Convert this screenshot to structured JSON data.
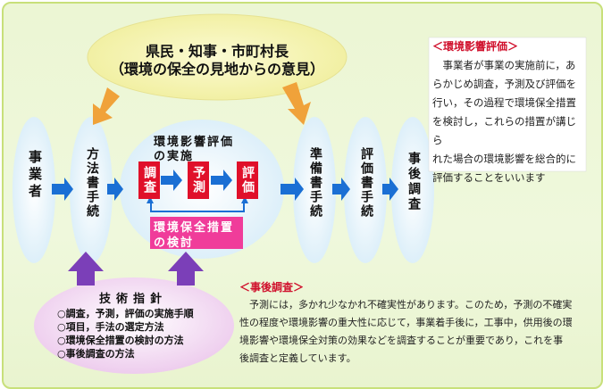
{
  "top_ellipse": {
    "line1": "県民・知事・市町村長",
    "line2": "（環境の保全の見地からの意見）"
  },
  "flow": {
    "jigyosha": "事業者",
    "hohosho": "方法書手続",
    "eia_title_1": "環境影響評価",
    "eia_title_2": "の実施",
    "chosa": "調査",
    "yosoku": "予測",
    "hyoka": "評価",
    "kento_1": "環境保全措置",
    "kento_2": "の検討",
    "junbisho": "準備書手続",
    "hyokasho": "評価書手続",
    "jigochosa": "事後調査"
  },
  "guideline": {
    "title": "技術指針",
    "items": [
      "○調査，予測，評価の実施手順",
      "○項目，手法の選定方法",
      "○環境保全措置の検討の方法",
      "○事後調査の方法"
    ]
  },
  "note_eia": {
    "title": "＜環境影響評価＞",
    "lines": [
      "　事業者が事業の実施前に，あ",
      "らかじめ調査，予測及び評価を",
      "行い，その過程で環境保全措置",
      "を検討し，これらの措置が講じら",
      "れた場合の環境影響を総合的に",
      "評価することをいいます"
    ]
  },
  "note_post": {
    "title": "＜事後調査＞",
    "lines": [
      "　予測には，多かれ少なかれ不確実性があります。このため，予測の不確実",
      "性の程度や環境影響の重大性に応じて，事業着手後に，工事中，供用後の環",
      "境影響や環境保全対策の効果などを調査することが重要であり，これを事",
      "後調査と定義しています。"
    ]
  },
  "colors": {
    "blue_arrow": "#1a6fd4",
    "red_box": "#e0102a",
    "pink_box": "#f03c9a",
    "purple_arrow": "#7b3fb8",
    "yellow_ellipse": "#f4f2a6",
    "frame": "#c8e07a"
  }
}
